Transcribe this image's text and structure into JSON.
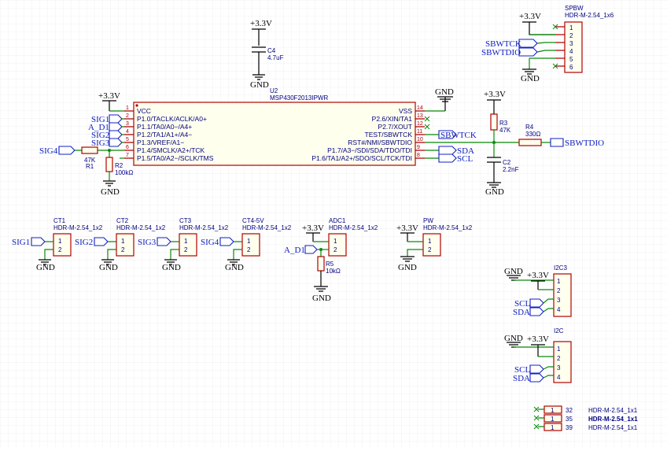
{
  "colors": {
    "wire": "#0a8a0a",
    "body_stroke": "#b00000",
    "body_fill": "#ffffee",
    "net_label": "#1020c0",
    "part_text": "#000080",
    "grid": "#e6e6e6"
  },
  "u2": {
    "ref": "U2",
    "part": "MSP430F2013IPWR",
    "left_pins": [
      {
        "num": "1",
        "name": "VCC"
      },
      {
        "num": "2",
        "name": "P1.0/TACLK/ACLK/A0+"
      },
      {
        "num": "3",
        "name": "P1.1/TA0/A0−/A4+"
      },
      {
        "num": "4",
        "name": "P1.2/TA1/A1+/A4−"
      },
      {
        "num": "5",
        "name": "P1.3/VREF/A1−"
      },
      {
        "num": "6",
        "name": "P1.4/SMCLK/A2+/TCK"
      },
      {
        "num": "7",
        "name": "P1.5/TA0/A2−/SCLK/TMS"
      }
    ],
    "right_pins": [
      {
        "num": "14",
        "name": "VSS"
      },
      {
        "num": "13",
        "name": "P2.6/XIN/TA1"
      },
      {
        "num": "12",
        "name": "P2.7/XOUT"
      },
      {
        "num": "11",
        "name": "TEST/SBWTCK"
      },
      {
        "num": "10",
        "name": "RST#/NMI/SBWTDIO"
      },
      {
        "num": "9",
        "name": "P1.7/A3−/SDI/SDA/TDO/TDI"
      },
      {
        "num": "8",
        "name": "P1.6/TA1/A2+/SDO/SCL/TCK/TDI"
      }
    ]
  },
  "c4": {
    "ref": "C4",
    "value": "4.7uF"
  },
  "r1": {
    "ref": "R1",
    "value": "47K"
  },
  "r2": {
    "ref": "R2",
    "value": "100kΩ"
  },
  "r3": {
    "ref": "R3",
    "value": "47K"
  },
  "r4": {
    "ref": "R4",
    "value": "330Ω"
  },
  "c2": {
    "ref": "C2",
    "value": "2.2nF"
  },
  "r5": {
    "ref": "R5",
    "value": "10kΩ"
  },
  "power": {
    "v33": "+3.3V",
    "gnd": "GND"
  },
  "nets": {
    "sig1": "SIG1",
    "sig2": "SIG2",
    "sig3": "SIG3",
    "sig4": "SIG4",
    "a_d1": "A_D1",
    "sbwtck": "SBWTCK",
    "sbwtdio": "SBWTDIO",
    "sda": "SDA",
    "scl": "SCL"
  },
  "sbw": {
    "ref": "SPBW",
    "part": "HDR-M-2.54_1x6",
    "pins": [
      "1",
      "2",
      "3",
      "4",
      "5",
      "6"
    ]
  },
  "headers": [
    {
      "ref": "CT1",
      "part": "HDR-M-2.54_1x2"
    },
    {
      "ref": "CT2",
      "part": "HDR-M-2.54_1x2"
    },
    {
      "ref": "CT3",
      "part": "HDR-M-2.54_1x2"
    },
    {
      "ref": "CT4-5V",
      "part": "HDR-M-2.54_1x2"
    },
    {
      "ref": "ADC1",
      "part": "HDR-M-2.54_1x2"
    },
    {
      "ref": "PW",
      "part": "HDR-M-2.54_1x2"
    }
  ],
  "i2c_headers": [
    {
      "ref": "I2C3",
      "pins": [
        "1",
        "2",
        "3",
        "4"
      ]
    },
    {
      "ref": "I2C",
      "pins": [
        "1",
        "2",
        "3",
        "4"
      ]
    }
  ],
  "small_headers": [
    {
      "ref": "32",
      "part": "HDR-M-2.54_1x1",
      "pin": "1"
    },
    {
      "ref": "35",
      "part": "HDR-M-2.54_1x1",
      "pin": "1"
    },
    {
      "ref": "39",
      "part": "HDR-M-2.54_1x1",
      "pin": "1"
    }
  ],
  "pin_nums": {
    "one": "1",
    "two": "2"
  }
}
